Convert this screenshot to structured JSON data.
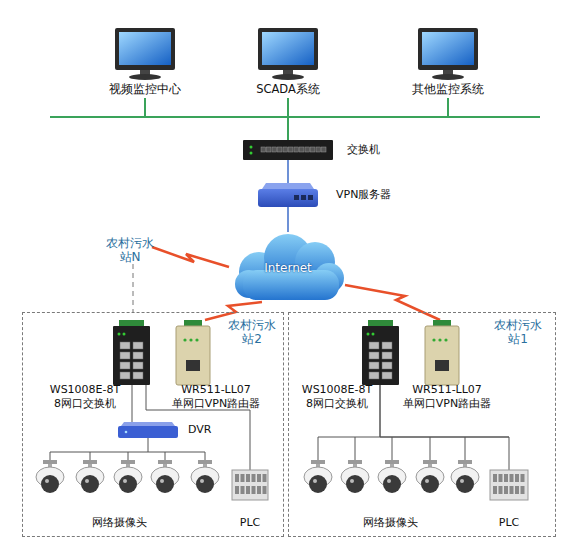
{
  "diagram": {
    "nodes": [
      {
        "text": [
          "视频监控中心"
        ]
      },
      {
        "text": [
          "SCADA系统"
        ]
      },
      {
        "text": [
          "其他监控系统"
        ]
      },
      {
        "text": [
          "交换机"
        ]
      },
      {
        "text": [
          "VPN服务器"
        ]
      },
      {
        "text": [
          "Internet"
        ]
      },
      {
        "text": [
          "农村污水站2"
        ]
      },
      {
        "text": [
          "WS1008E-8T 8网口交换机"
        ],
        "in": 6
      },
      {
        "text": [
          "WR511-LL07 单网口VPN路由器"
        ],
        "in": 6
      },
      {
        "text": [
          "DVR"
        ],
        "in": 6
      },
      {
        "text": [
          "网络摄像头"
        ],
        "in": 6
      },
      {
        "text": [
          "PLC"
        ],
        "in": 6
      },
      {
        "text": [
          "农村污水站1"
        ]
      },
      {
        "text": [
          "WS1008E-8T 8网口交换机"
        ],
        "in": 12
      },
      {
        "text": [
          "WR511-LL07 单网口VPN路由器"
        ],
        "in": 12
      },
      {
        "text": [
          "网络摄像头"
        ],
        "in": 12
      },
      {
        "text": [
          "PLC"
        ],
        "in": 12
      }
    ],
    "edges": [
      {
        "from": 0,
        "to": 3,
        "arrow": "none"
      },
      {
        "from": 1,
        "to": 3,
        "arrow": "none"
      },
      {
        "from": 2,
        "to": 3,
        "arrow": "none"
      },
      {
        "from": 3,
        "to": 4,
        "arrow": "none"
      },
      {
        "from": 4,
        "to": 5,
        "arrow": "none"
      },
      {
        "from": 8,
        "to": 5,
        "arrow": "none"
      },
      {
        "from": 7,
        "to": 9,
        "arrow": "none"
      },
      {
        "from": 9,
        "to": 10,
        "arrow": "none"
      },
      {
        "from": 7,
        "to": 11,
        "arrow": "none"
      },
      {
        "from": 14,
        "to": 5,
        "arrow": "none"
      },
      {
        "from": 13,
        "to": 15,
        "arrow": "none"
      },
      {
        "from": 13,
        "to": 16,
        "arrow": "none"
      }
    ],
    "labels": [
      "农村污水站N"
    ]
  }
}
